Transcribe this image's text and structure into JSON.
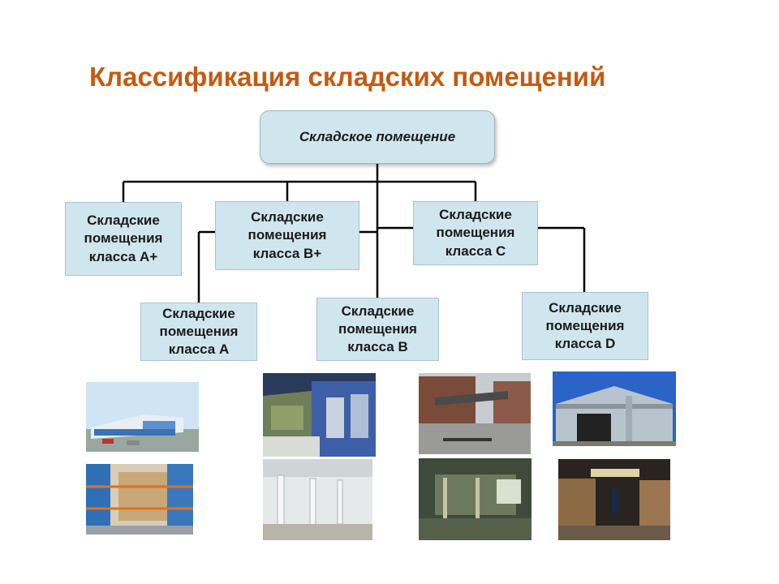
{
  "title": "Классификация складских помещений",
  "root": "Складское помещение",
  "classes": {
    "a_plus": [
      "Складские",
      "помещения",
      "класса А+"
    ],
    "b_plus": [
      "Складские",
      "помещения",
      "класса В+"
    ],
    "c": [
      "Складские",
      "помещения",
      "класса С"
    ],
    "a": [
      "Складские",
      "помещения",
      "класса А"
    ],
    "b": [
      "Складские",
      "помещения",
      "класса В"
    ],
    "d": [
      "Складские",
      "помещения",
      "класса D"
    ]
  },
  "colors": {
    "title": "#c55a11",
    "box_fill": "#d0e6ee",
    "connector": "#000000"
  }
}
